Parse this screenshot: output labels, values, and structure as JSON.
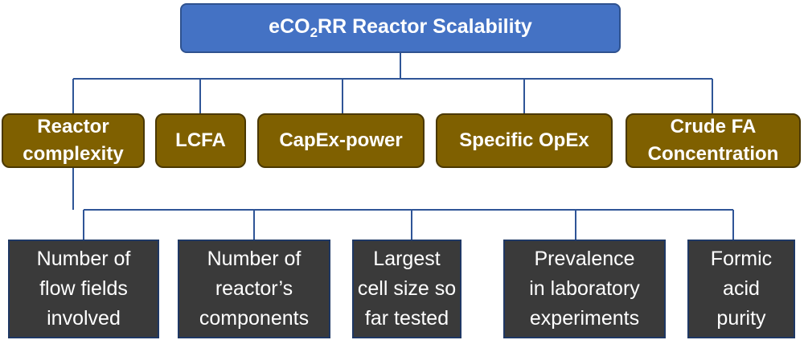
{
  "root": {
    "prefix": "eCO",
    "subscript": "2",
    "suffix": "RR Reactor Scalability"
  },
  "criteria": [
    {
      "label": "Reactor\ncomplexity"
    },
    {
      "label": "LCFA"
    },
    {
      "label": "CapEx-power"
    },
    {
      "label": "Specific OpEx"
    },
    {
      "label": "Crude FA\nConcentration"
    }
  ],
  "complexity_factors": [
    {
      "label": "Number of\nflow fields\ninvolved"
    },
    {
      "label": "Number of\nreactor’s\ncomponents"
    },
    {
      "label": "Largest\ncell size so\nfar tested"
    },
    {
      "label": "Prevalence\nin laboratory\nexperiments"
    },
    {
      "label": "Formic\nacid\npurity"
    }
  ],
  "colors": {
    "root_fill": "#4472c4",
    "criteria_fill": "#7f6000",
    "factor_fill": "#3a3a3a",
    "connector": "#2f5597"
  }
}
